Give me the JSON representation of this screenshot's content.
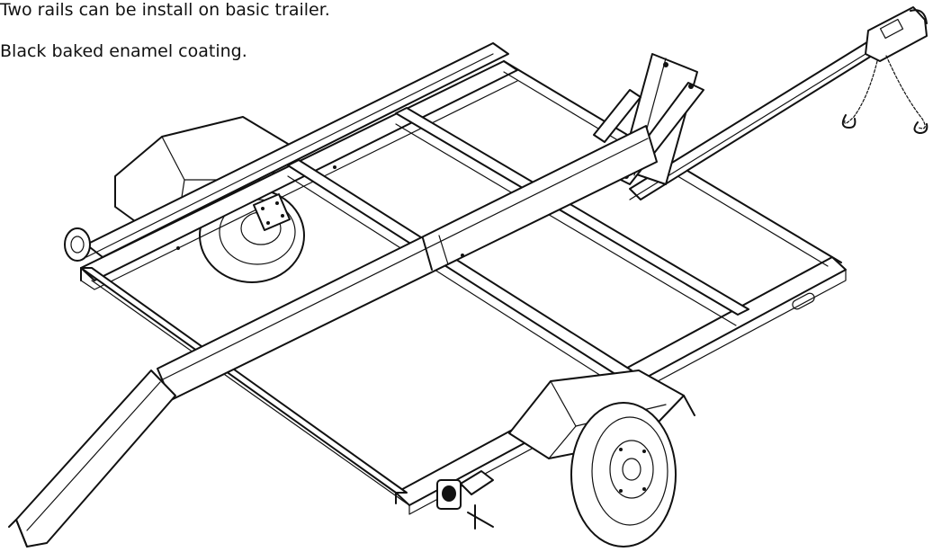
{
  "captions": {
    "line1": "Two rails can be install on basic trailer.",
    "line2": "Black baked enamel coating."
  },
  "illustration": {
    "icon": "boat-trailer-line-drawing",
    "ink_color": "#111111",
    "background_color": "#ffffff"
  }
}
